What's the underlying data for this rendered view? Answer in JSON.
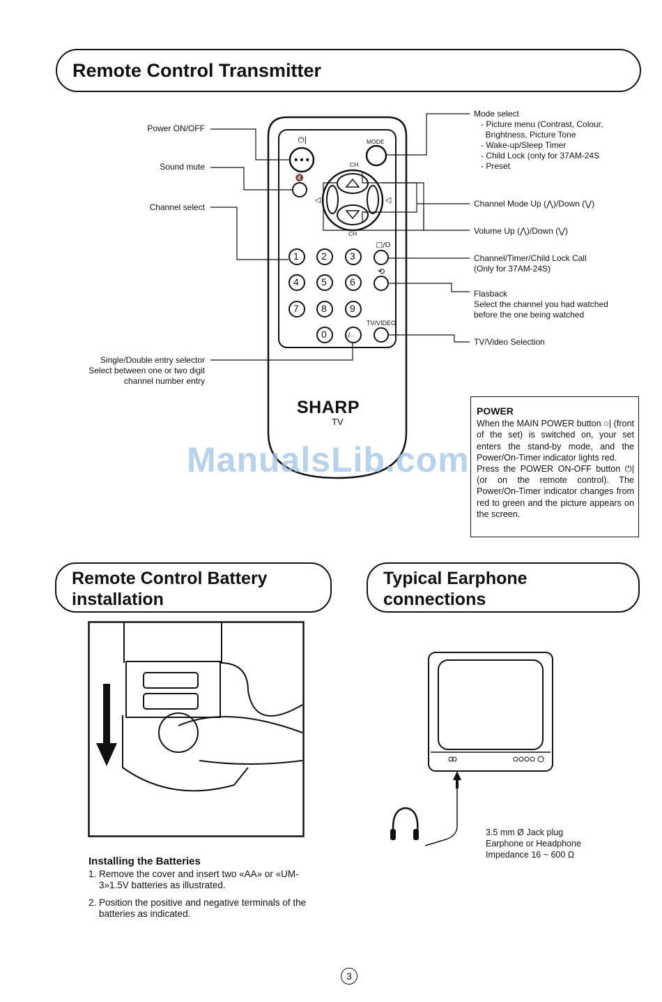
{
  "banners": {
    "remote_transmitter": "Remote Control Transmitter",
    "battery_line1": "Remote Control Battery",
    "battery_line2": "installation",
    "earphone_line1": "Typical Earphone",
    "earphone_line2": "connections"
  },
  "remote": {
    "brand": "SHARP",
    "model": "TV",
    "mode_label": "MODE",
    "ch_top": "CH",
    "ch_bottom": "CH",
    "tvvideo_label": "TV/VIDEO",
    "digits": [
      "1",
      "2",
      "3",
      "4",
      "5",
      "6",
      "7",
      "8",
      "9",
      "0"
    ],
    "single_double": "·/··"
  },
  "callouts": {
    "power_onoff": "Power ON/OFF",
    "sound_mute": "Sound mute",
    "channel_select": "Channel select",
    "single_double": "Single/Double entry selector\nSelect between one or two digit\nchannel number entry",
    "mode_select": "Mode select\n   - Picture menu (Contrast, Colour,\n     Brightness, Picture Tone\n   - Wake-up/Sleep Timer\n   - Child Lock (only for 37AM-24S\n   - Preset",
    "channel_mode": "Channel Mode Up (⋀)/Down (⋁)",
    "volume": "Volume Up (⋀)/Down (⋁)",
    "ch_timer_lock": "Channel/Timer/Child Lock Call\n(Only for 37AM-24S)",
    "flashback": "Flasback\nSelect the channel you had watched\nbefore the one being watched",
    "tv_video": "TV/Video Selection"
  },
  "power_box": {
    "heading": "POWER",
    "para1": "When the MAIN POWER button ○| (front of the set) is switched on, your set enters the stand-by mode, and the Power/On-Timer indicator lights red.",
    "para2": "Press the POWER ON-OFF button ⏻| (or on the remote control). The Power/On-Timer indicator changes from red to green and the picture appears on the screen."
  },
  "watermark": "ManualsLib.com",
  "batteries": {
    "heading": "Installing the Batteries",
    "steps": [
      "Remove the cover and insert two «AA» or «UM-3»1.5V batteries as illustrated.",
      "Position the positive and negative terminals of the batteries as indicated."
    ]
  },
  "earphone": {
    "line1": "3.5 mm Ø Jack plug",
    "line2": "Earphone or Headphone",
    "line3": "Impedance 16 ~ 600 Ω"
  },
  "page_number": "3"
}
